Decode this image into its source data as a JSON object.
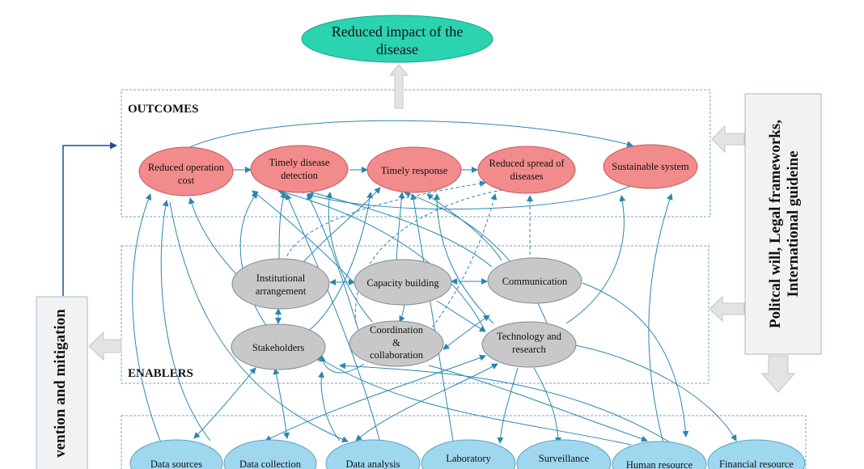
{
  "goal": {
    "line1": "Reduced impact of the",
    "line2": "disease"
  },
  "sections": {
    "outcomes": "OUTCOMES",
    "enablers": "ENABLERS"
  },
  "outcomes": {
    "reduced_cost": {
      "line1": "Reduced operation",
      "line2": "cost"
    },
    "timely_detection": {
      "line1": "Timely disease",
      "line2": "detection"
    },
    "timely_response": {
      "line1": "Timely response"
    },
    "reduced_spread": {
      "line1": "Reduced spread of",
      "line2": "diseases"
    },
    "sustainable": {
      "line1": "Sustainable system"
    }
  },
  "enablers": {
    "institutional": {
      "line1": "Institutional",
      "line2": "arrangement"
    },
    "capacity": {
      "line1": "Capacity building"
    },
    "communication": {
      "line1": "Communication"
    },
    "stakeholders": {
      "line1": "Stakeholders"
    },
    "coordination": {
      "line1": "Coordination",
      "line2": "&",
      "line3": "collaboration"
    },
    "technology": {
      "line1": "Technology and",
      "line2": "research"
    }
  },
  "resources": {
    "data_sources": "Data sources",
    "data_collection": "Data collection",
    "data_analysis": "Data analysis",
    "laboratory": "Laboratory",
    "surveillance": "Surveillance",
    "human_resource": "Human resource",
    "financial_resource": "Financial resource"
  },
  "side_right": {
    "line1": "Politcal will, Legal frameworks,",
    "line2": "International guideine"
  },
  "side_left": "vention and mitigation",
  "colors": {
    "goal": "#2bd3b0",
    "outcome": "#f28b8b",
    "enabler": "#c8c8c8",
    "resource": "#9fd8ee",
    "edge": "#2a86b2",
    "left_arrow": "#1f4e8c"
  }
}
